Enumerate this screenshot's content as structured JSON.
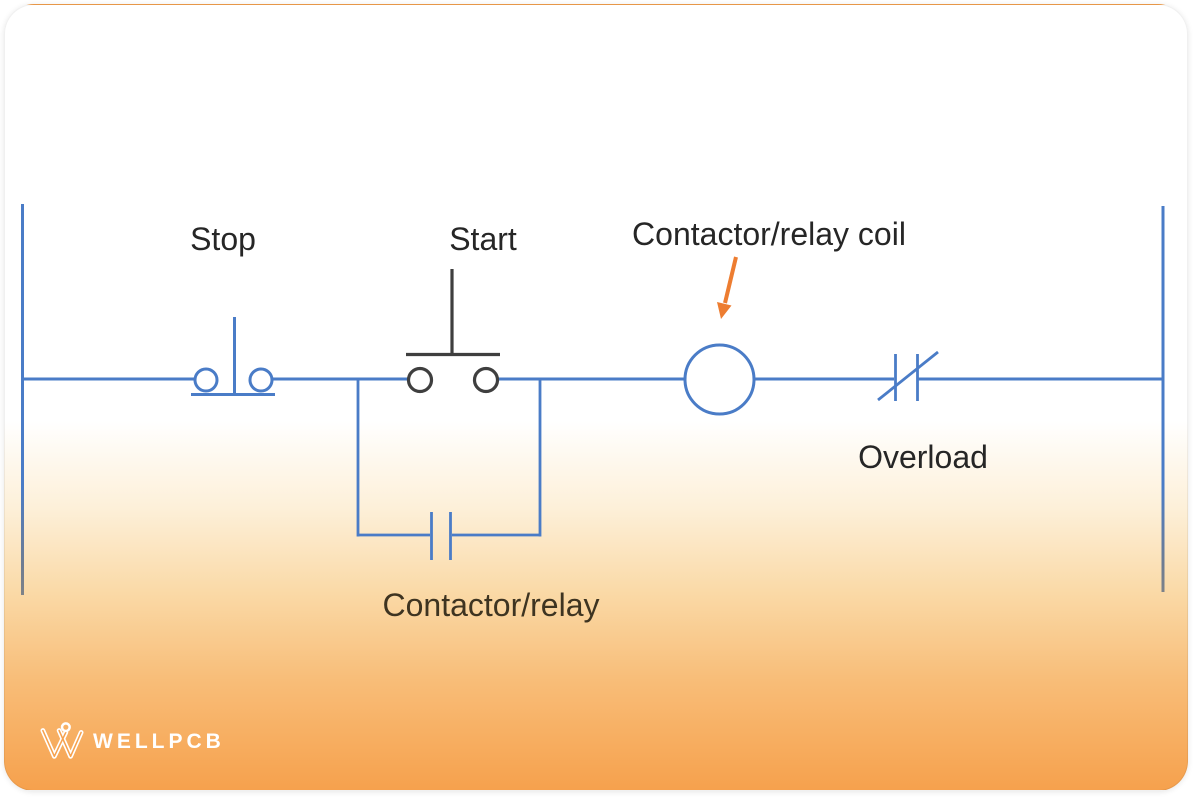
{
  "diagram": {
    "labels": {
      "stop": "Stop",
      "start": "Start",
      "coil": "Contactor/relay coil",
      "overload": "Overload",
      "holding_contact": "Contactor/relay"
    },
    "colors": {
      "wire_blue": "#4a7cc7",
      "symbol_dark": "#3f3f3f",
      "arrow_orange": "#ED7D31",
      "label_text": "#262626",
      "holding_label_text": "#3e3421",
      "card_gradient_bottom": "#f6a14d"
    },
    "components": [
      {
        "type": "nc-pushbutton",
        "label": "Stop"
      },
      {
        "type": "no-pushbutton",
        "label": "Start"
      },
      {
        "type": "coil",
        "label": "Contactor/relay coil"
      },
      {
        "type": "nc-contact",
        "label": "Overload"
      },
      {
        "type": "no-contact-holding",
        "label": "Contactor/relay"
      }
    ]
  },
  "logo": {
    "brand": "WELLPCB"
  }
}
